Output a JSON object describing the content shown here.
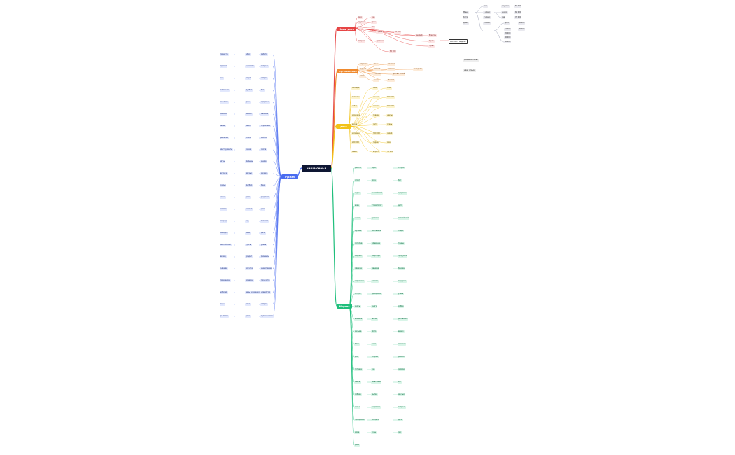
{
  "root": {
    "label": "наша семья"
  },
  "branches": {
    "red": {
      "label": "Наши дети",
      "color": "#e64545"
    },
    "orange": {
      "label": "путешествия",
      "color": "#ef8a2e"
    },
    "yellow": {
      "label": "дача",
      "color": "#f2c318"
    },
    "green": {
      "label": "Марина",
      "color": "#1fbf7c"
    },
    "blue": {
      "label": "Руслан",
      "color": "#4a6cf0"
    }
  },
  "red_nodes": [
    "Аня",
    "кружки",
    "нет",
    "сад",
    "врач",
    "Зоя",
    "вторая",
    "1 день",
    "кружки",
    "10 000",
    "80 000",
    "Андрей",
    "В месяц",
    "1 раз",
    "3 раз"
  ],
  "callout": {
    "text": "120 000 в неделю"
  },
  "orange_nodes": [
    "Карелия",
    "июль",
    "машина",
    "Турция",
    "Байкал",
    "3 тысяч",
    "отель",
    "170 000",
    "брать с собой",
    "2 недели",
    "4 чел",
    "Москва"
  ],
  "yellow_nodes": [
    "беседка",
    "баня",
    "окна",
    "теплица",
    "крыша",
    "100 000",
    "забор",
    "краска",
    "100 000",
    "дорожки",
    "грядки",
    "цветы",
    "весна",
    "лето",
    "осень",
    "колодец",
    "300 000",
    "сарай",
    "200 000",
    "гараж",
    "яма",
    "навес",
    "ворота",
    "50 000"
  ],
  "green_nodes": [
    "работа",
    "офис",
    "отпуск",
    "спорт",
    "йога",
    "бег",
    "курсы",
    "английский",
    "здоровье",
    "врач",
    "стоматолог",
    "дети",
    "школа",
    "кружки",
    "английский",
    "музыка",
    "рисование",
    "садик",
    "логопед",
    "плавание",
    "танцы",
    "бюджет",
    "квартира",
    "продукты",
    "одежда",
    "машина",
    "бензин",
    "страховка",
    "налоги",
    "подарки",
    "отпуск",
    "праздники",
    "учеба",
    "курсы",
    "книги",
    "хобби",
    "вязание",
    "шитье",
    "рисование",
    "музыка",
    "фото",
    "видео",
    "блог",
    "сайт",
    "магазин",
    "дом",
    "уборка",
    "ремонт",
    "готовка",
    "сад",
    "огород",
    "цветы",
    "животные",
    "кот",
    "собака",
    "рыбки",
    "друзья",
    "семья",
    "родители",
    "встречи",
    "праздники",
    "поездки",
    "дача",
    "море",
    "горы",
    "лес",
    "река"
  ],
  "blue_nodes": [
    "работа",
    "офис",
    "проекты",
    "встречи",
    "зарплата",
    "премия",
    "отпуск",
    "спорт",
    "зал",
    "бег",
    "футбол",
    "плавание",
    "здоровье",
    "врач",
    "анализы",
    "машина",
    "ремонт",
    "бензин",
    "страховка",
    "налог",
    "шины",
    "мойка",
    "хобби",
    "рыбалка",
    "охота",
    "гараж",
    "инструменты",
    "книги",
    "фильмы",
    "игры",
    "музыка",
    "друзья",
    "встречи",
    "баня",
    "футбол",
    "семья",
    "родители",
    "дети",
    "жена",
    "дом",
    "ремонт",
    "мебель",
    "техника",
    "сад",
    "огород",
    "дача",
    "баня",
    "беседка",
    "учеба",
    "курсы",
    "английский",
    "финансы",
    "кредит",
    "вклад",
    "инвестиции",
    "покупки",
    "одежда",
    "продукты",
    "подарки",
    "праздники",
    "новый год",
    "день рождения",
    "юбилей",
    "отпуск",
    "море",
    "горы",
    "путешествия",
    "дача",
    "рыбалка"
  ],
  "gray_nodes": [
    "Маша",
    "Катя",
    "Дима",
    "Аня",
    "1 класс",
    "2 класс",
    "3 класс",
    "кружки",
    "школа",
    "сад",
    "врач",
    "10 000",
    "20 000",
    "30 000",
    "40 000",
    "50 000",
    "60 000",
    "70 000",
    "80 000",
    "90 000"
  ],
  "notes": [
    "финансы семьи",
    "идеи отдыха"
  ]
}
